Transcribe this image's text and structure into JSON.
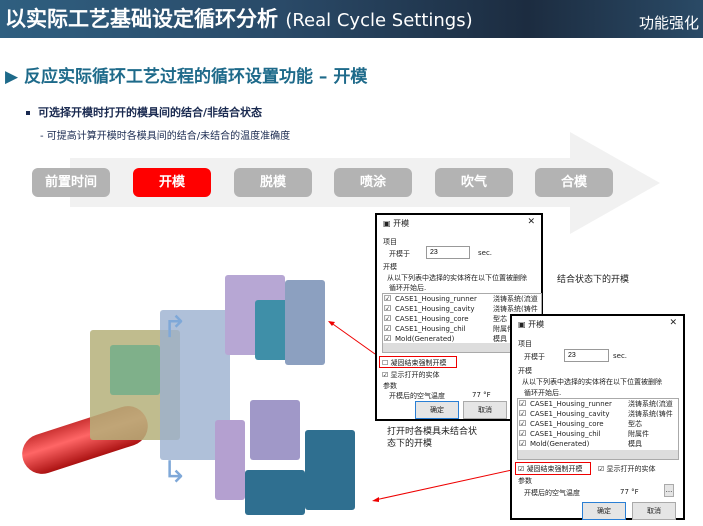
{
  "header": {
    "title": "以实际工艺基础设定循环分析",
    "title_en": "(Real Cycle Settings)",
    "tag": "功能强化"
  },
  "subtitle": "▶ 反应实际循环工艺过程的循环设置功能 – 开模",
  "bullet": "可选择开模时打开的模具间的结合/非结合状态",
  "sub_bullet": "- 可提高计算开模时各模具间的结合/未结合的温度准确度",
  "process_steps": [
    {
      "label": "前置时间",
      "active": false
    },
    {
      "label": "开模",
      "active": true
    },
    {
      "label": "脱模",
      "active": false
    },
    {
      "label": "喷涂",
      "active": false
    },
    {
      "label": "吹气",
      "active": false
    },
    {
      "label": "合模",
      "active": false
    }
  ],
  "dialog": {
    "title": "开模",
    "section_item": "项目",
    "open_at_label": "开模于",
    "open_at_value": "23",
    "unit": "sec.",
    "section_open": "开模",
    "desc1": "从以下列表中选择的实体将在以下位置被删除",
    "desc2": "循环开始后.",
    "entities": [
      {
        "name": "CASE1_Housing_runner",
        "type": "浇铸系统(流道"
      },
      {
        "name": "CASE1_Housing_cavity",
        "type": "浇铸系统(铸件"
      },
      {
        "name": "CASE1_Housing_core",
        "type": "型芯"
      },
      {
        "name": "CASE1_Housing_chil",
        "type": "附属件"
      },
      {
        "name": "Mold(Generated)",
        "type": "模具"
      }
    ],
    "force_open_label": "凝固结束强制开模",
    "show_open_label": "显示打开的实体",
    "section_param": "参数",
    "air_temp_label": "开模后的空气温度",
    "air_temp_value": "77 °F",
    "more": "...",
    "ok": "确定",
    "cancel": "取消"
  },
  "notes": {
    "bonded": "结合状态下的开模",
    "unbonded_line1": "打开时各模具未结合状",
    "unbonded_line2": "态下的开模"
  },
  "colors": {
    "active": "#ff0000",
    "inactive": "#b3b3b3",
    "accent": "#1e6a8a"
  }
}
